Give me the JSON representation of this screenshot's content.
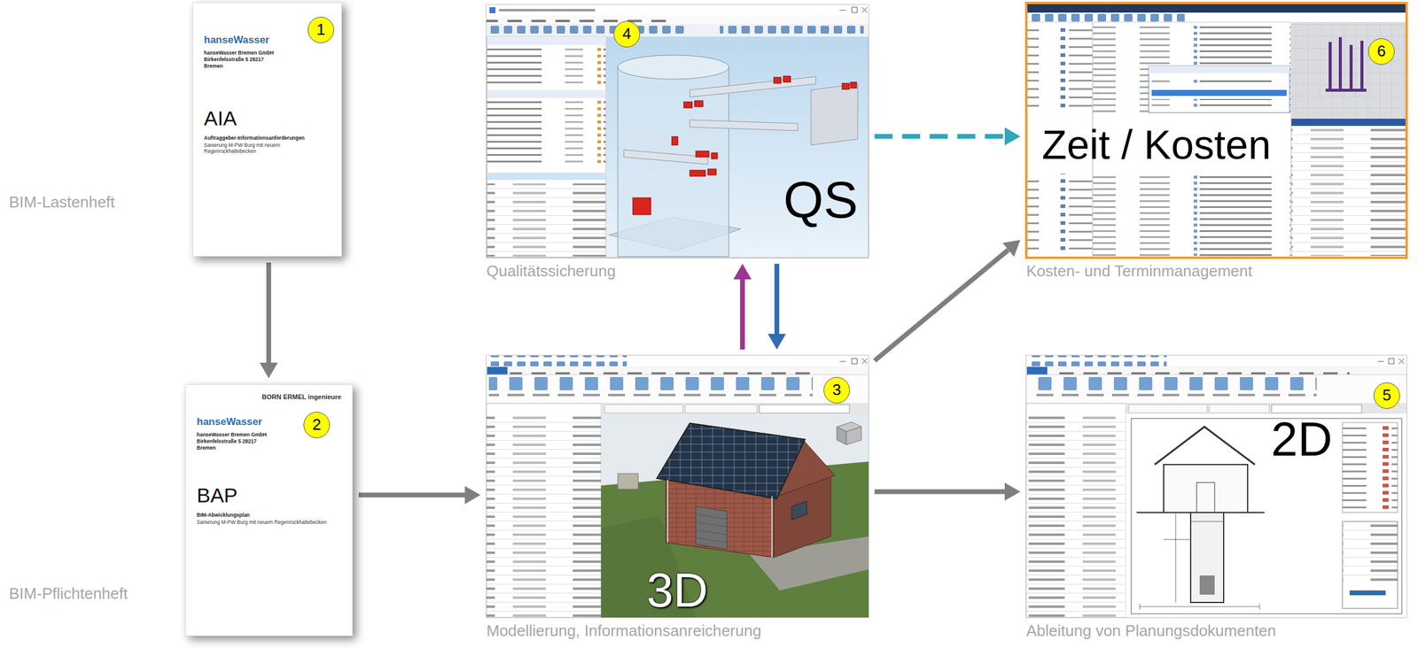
{
  "diagram": {
    "nodes": [
      {
        "text": [
          "hanseWasser",
          "hanseWasser Bremen GmbH Birkenfelsstraße 5 28217 Bremen",
          "AIA",
          "Auftraggeber-Informationsanforderungen",
          "Sanierung M-PW Burg mit neuem Regenrückhaltebecken"
        ]
      },
      {
        "text": [
          "BORN ERMEL ingenieure",
          "hanseWasser",
          "hanseWasser Bremen GmbH Birkenfelsstraße 5 28217 Bremen",
          "BAP",
          "BIM-Abwicklungsplan",
          "Sanierung M-PW Burg mit neuem Regenrückhaltebecken"
        ]
      },
      {
        "text": [
          "3D",
          "Modellierung, Informationsanreicherung"
        ]
      },
      {
        "text": [
          "QS",
          "Qualitätssicherung"
        ]
      },
      {
        "text": [
          "2D",
          "Ableitung von Planungsdokumenten"
        ]
      },
      {
        "text": [
          "Zeit / Kosten",
          "Kosten- und Terminmanagement"
        ]
      }
    ],
    "edges": [
      {
        "from": 0,
        "to": 1,
        "arrow": "to"
      },
      {
        "from": 1,
        "to": 2,
        "arrow": "to"
      },
      {
        "from": 2,
        "to": 3,
        "arrow": "to"
      },
      {
        "from": 3,
        "to": 2,
        "arrow": "to"
      },
      {
        "from": 3,
        "to": 5,
        "arrow": "to"
      },
      {
        "from": 2,
        "to": 5,
        "arrow": "to"
      },
      {
        "from": 2,
        "to": 4,
        "arrow": "to"
      }
    ],
    "labels": [
      "BIM-Lastenheft",
      "BIM-Pflichtenheft",
      "1",
      "2",
      "3",
      "4",
      "5",
      "6"
    ]
  }
}
